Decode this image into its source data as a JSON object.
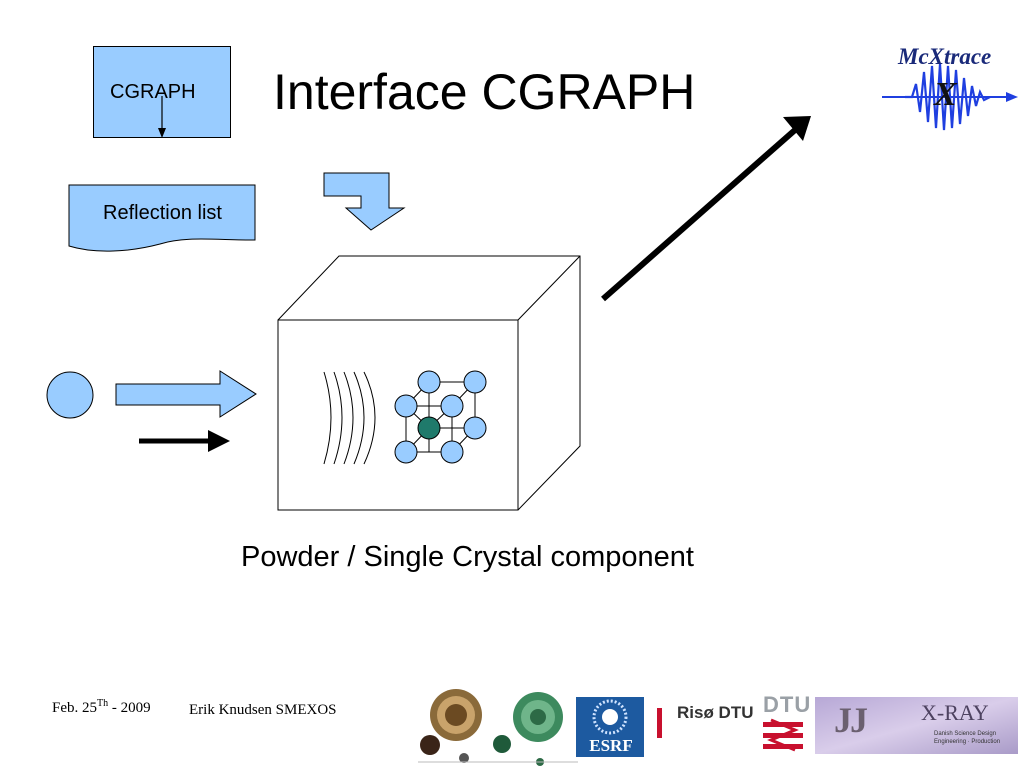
{
  "slide": {
    "title": "Interface CGRAPH",
    "caption": "Powder / Single Crystal component"
  },
  "diagram": {
    "cgraph_label": "CGRAPH",
    "reflection_list_label": "Reflection list"
  },
  "footer": {
    "date_prefix": "Feb. 25",
    "date_sup": "Th",
    "date_suffix": " - 2009",
    "author": "Erik Knudsen SMEXOS"
  },
  "logos": {
    "mcxtrace_text": "McXtrace",
    "mcxtrace_x": "X",
    "risoe_dtu": "Risø DTU",
    "dtu": "DTU",
    "esrf": "ESRF",
    "jj": "JJ",
    "xray": "X-RAY",
    "jj_sub": "Danish Science Design\nEngineering · Production"
  },
  "colors": {
    "light_blue": "#99ccff",
    "center_atom": "#1f7a6b",
    "esrf_blue": "#1d5aa0",
    "dtu_red": "#c8102e",
    "mcx_wave": "#1f3fe0"
  }
}
